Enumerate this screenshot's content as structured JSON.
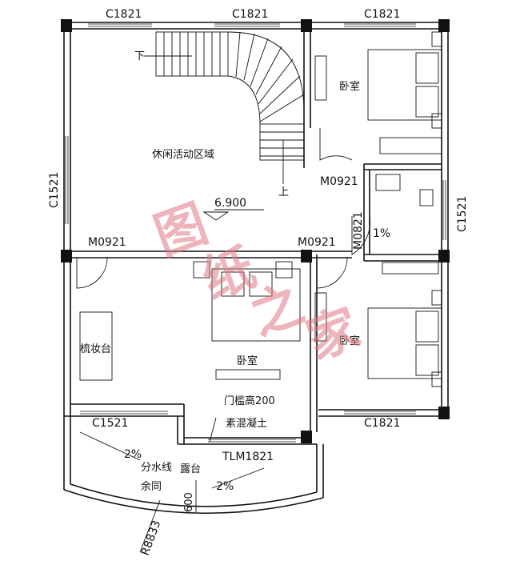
{
  "labels": {
    "window_top_left": "C1821",
    "window_top_mid": "C1821",
    "window_top_right": "C1821",
    "window_left": "C1521",
    "window_right": "C1521",
    "window_bottom_right": "C1821",
    "window_bottom_left": "C1521",
    "door_left": "M0921",
    "door_center": "M0921",
    "door_top": "M0921",
    "door_bath": "M0821",
    "balcony_door": "TLM1821",
    "elevation": "6.900",
    "stair_down": "下",
    "stair_up": "上",
    "threshold_height": "门槛高200",
    "concrete": "素混凝土",
    "watershed": "分水线",
    "yu_tong": "余同",
    "slope_balcony_left": "2%",
    "slope_balcony_right": "2%",
    "slope_bath": "1%",
    "dim_600": "600",
    "radius": "R8833"
  },
  "rooms": {
    "leisure": "休闲活动区域",
    "bedroom_top_right": "卧室",
    "bedroom_center": "卧室",
    "bedroom_bottom_right": "卧室",
    "dressing_table": "梳妆台",
    "balcony": "露台"
  },
  "watermark": [
    "图",
    "纸",
    "之",
    "家"
  ],
  "colors": {
    "wall": "#000000",
    "watermark": "#e07a84"
  }
}
